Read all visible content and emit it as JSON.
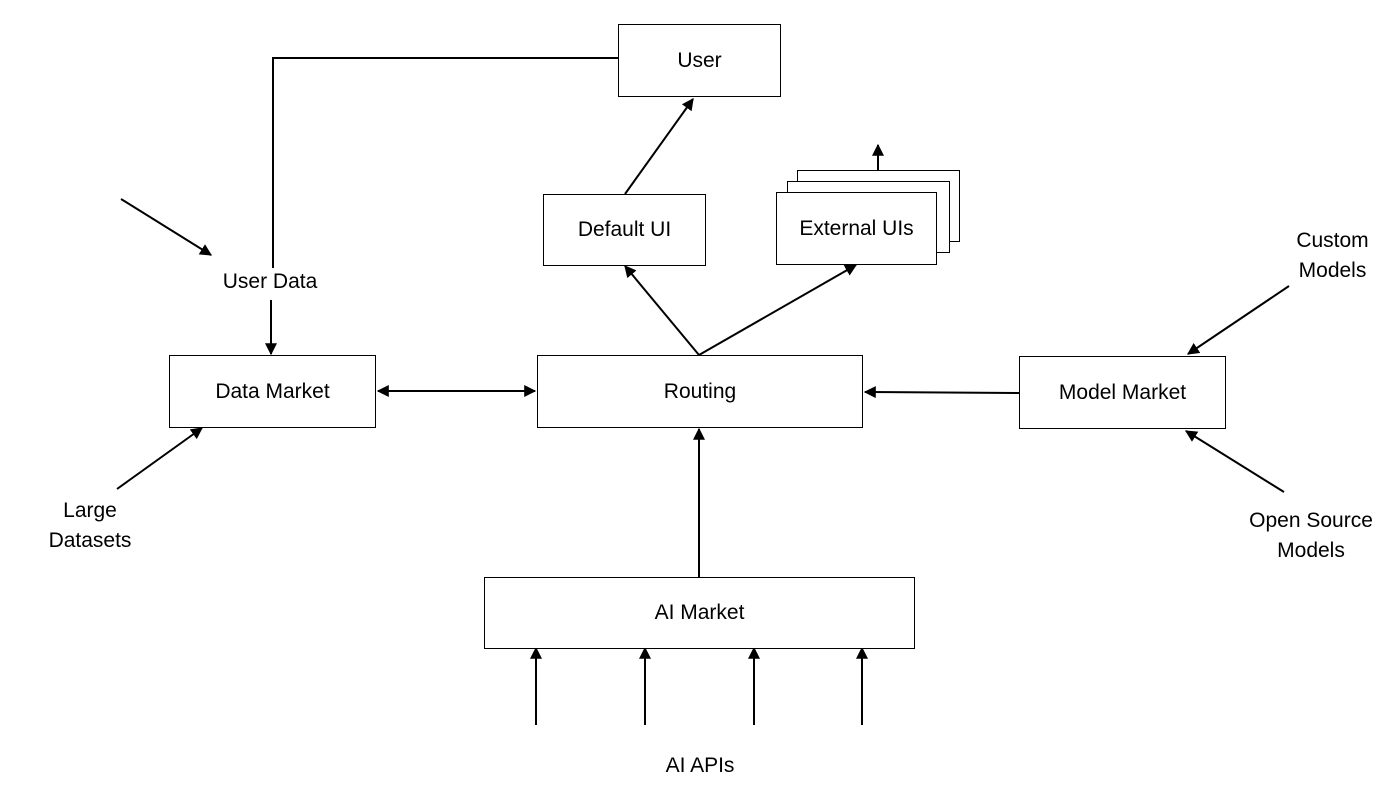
{
  "nodes": {
    "user": "User",
    "default_ui": "Default UI",
    "external_uis": "External UIs",
    "data_market": "Data Market",
    "routing": "Routing",
    "model_market": "Model Market",
    "ai_market": "AI Market"
  },
  "labels": {
    "user_data": "User Data",
    "large_datasets": [
      "Large",
      "Datasets"
    ],
    "custom_models": [
      "Custom",
      "Models"
    ],
    "open_source_models": [
      "Open Source",
      "Models"
    ],
    "ai_apis": "AI APIs"
  },
  "colors": {
    "line": "#000000",
    "box_fill": "#ffffff",
    "background": "#ffffff"
  }
}
